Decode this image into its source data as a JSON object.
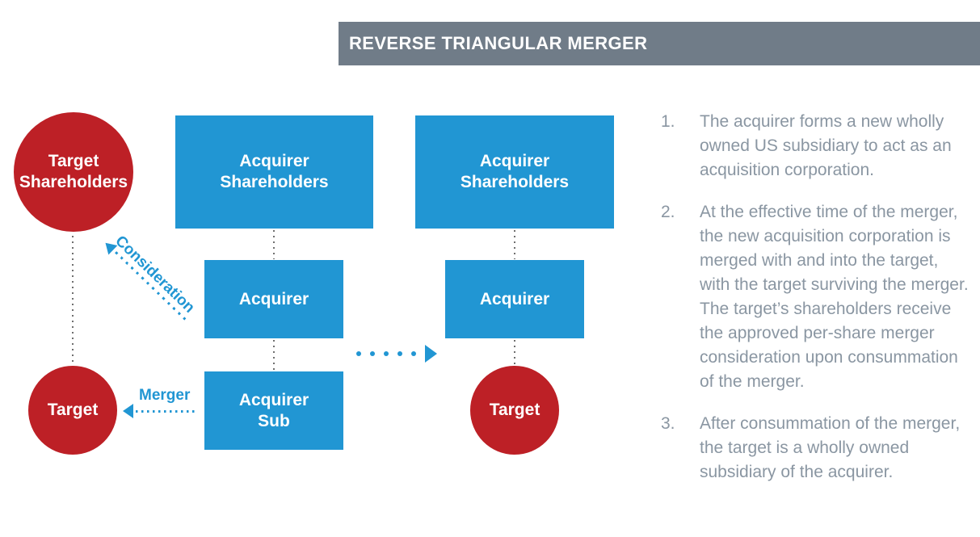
{
  "header": {
    "title": "REVERSE TRIANGULAR MERGER"
  },
  "colors": {
    "accent_blue": "#2196D3",
    "accent_red": "#BD2026",
    "header_gray": "#707C88",
    "list_text_gray": "#8A96A2",
    "connector_gray": "#6F6F6F"
  },
  "diagram_before": {
    "target_shareholders": "Target Shareholders",
    "acquirer_shareholders": "Acquirer Shareholders",
    "acquirer": "Acquirer",
    "acquirer_sub": "Acquirer Sub",
    "target": "Target",
    "consideration_label": "Consideration",
    "merger_label": "Merger"
  },
  "diagram_after": {
    "acquirer_shareholders": "Acquirer Shareholders",
    "acquirer": "Acquirer",
    "target": "Target"
  },
  "steps": [
    {
      "number": "1.",
      "text": "The acquirer forms a new wholly owned US subsidiary to act as an acquisition corporation."
    },
    {
      "number": "2.",
      "text": "At the effective time of the merger, the new acquisition corporation is merged with and into the target, with the target surviving the merger. The target’s shareholders receive the approved per-share merger consideration upon consummation of the merger."
    },
    {
      "number": "3.",
      "text": "After consummation of the merger, the target is a wholly owned subsidiary of the acquirer."
    }
  ]
}
